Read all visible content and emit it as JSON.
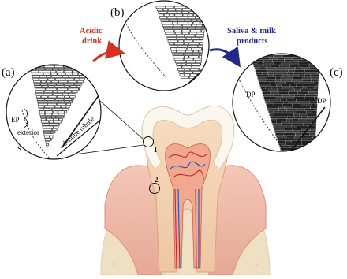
{
  "panels": {
    "a": {
      "label": "(a)",
      "ep": "EP",
      "exterior": "exterior",
      "tubule": "dentine tubule",
      "s": "S"
    },
    "b": {
      "label": "(b)"
    },
    "c": {
      "label": "(c)",
      "dp1": "DP",
      "dp2": "DP"
    }
  },
  "arrows": {
    "acidic": {
      "line1": "Acidic",
      "line2": "drink",
      "color": "#d7301f"
    },
    "saliva": {
      "line1": "Saliva & milk",
      "line2": "products",
      "color": "#1f2a8a"
    }
  },
  "tooth": {
    "marker1": "1",
    "marker2": "2"
  },
  "colors": {
    "enamel": "#fbf6ee",
    "dentine": "#f3d3b4",
    "gum": "#efb9a8",
    "bone": "#f1e3c6",
    "pulp": "#d9463c"
  }
}
